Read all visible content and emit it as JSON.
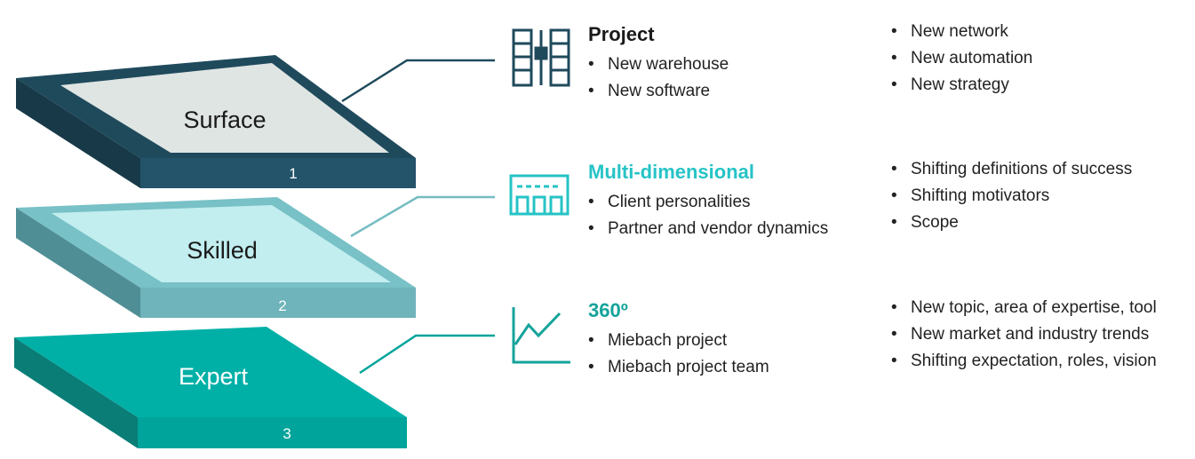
{
  "layers": [
    {
      "label": "Surface",
      "number": "1"
    },
    {
      "label": "Skilled",
      "number": "2"
    },
    {
      "label": "Expert",
      "number": "3"
    }
  ],
  "sections": [
    {
      "title": "Project",
      "left_items": [
        "New warehouse",
        "New software"
      ],
      "right_items": [
        "New network",
        "New automation",
        "New strategy"
      ],
      "icon": "warehouse-racks-icon"
    },
    {
      "title": "Multi-dimensional",
      "left_items": [
        "Client personalities",
        "Partner and vendor dynamics"
      ],
      "right_items": [
        "Shifting definitions of success",
        "Shifting motivators",
        "Scope"
      ],
      "icon": "building-icon"
    },
    {
      "title": "360º",
      "left_items": [
        "Miebach project",
        "Miebach project team"
      ],
      "right_items": [
        "New topic, area of expertise, tool",
        "New market and industry trends",
        "Shifting expectation, roles, vision"
      ],
      "icon": "line-chart-icon"
    }
  ],
  "colors": {
    "surface_dark": "#1f4a5c",
    "skilled_mid": "#74bcc2",
    "expert_teal": "#00aea5",
    "title_dark": "#1a1a1a",
    "title_teal_bright": "#26c3c6",
    "title_teal": "#14a39b"
  }
}
